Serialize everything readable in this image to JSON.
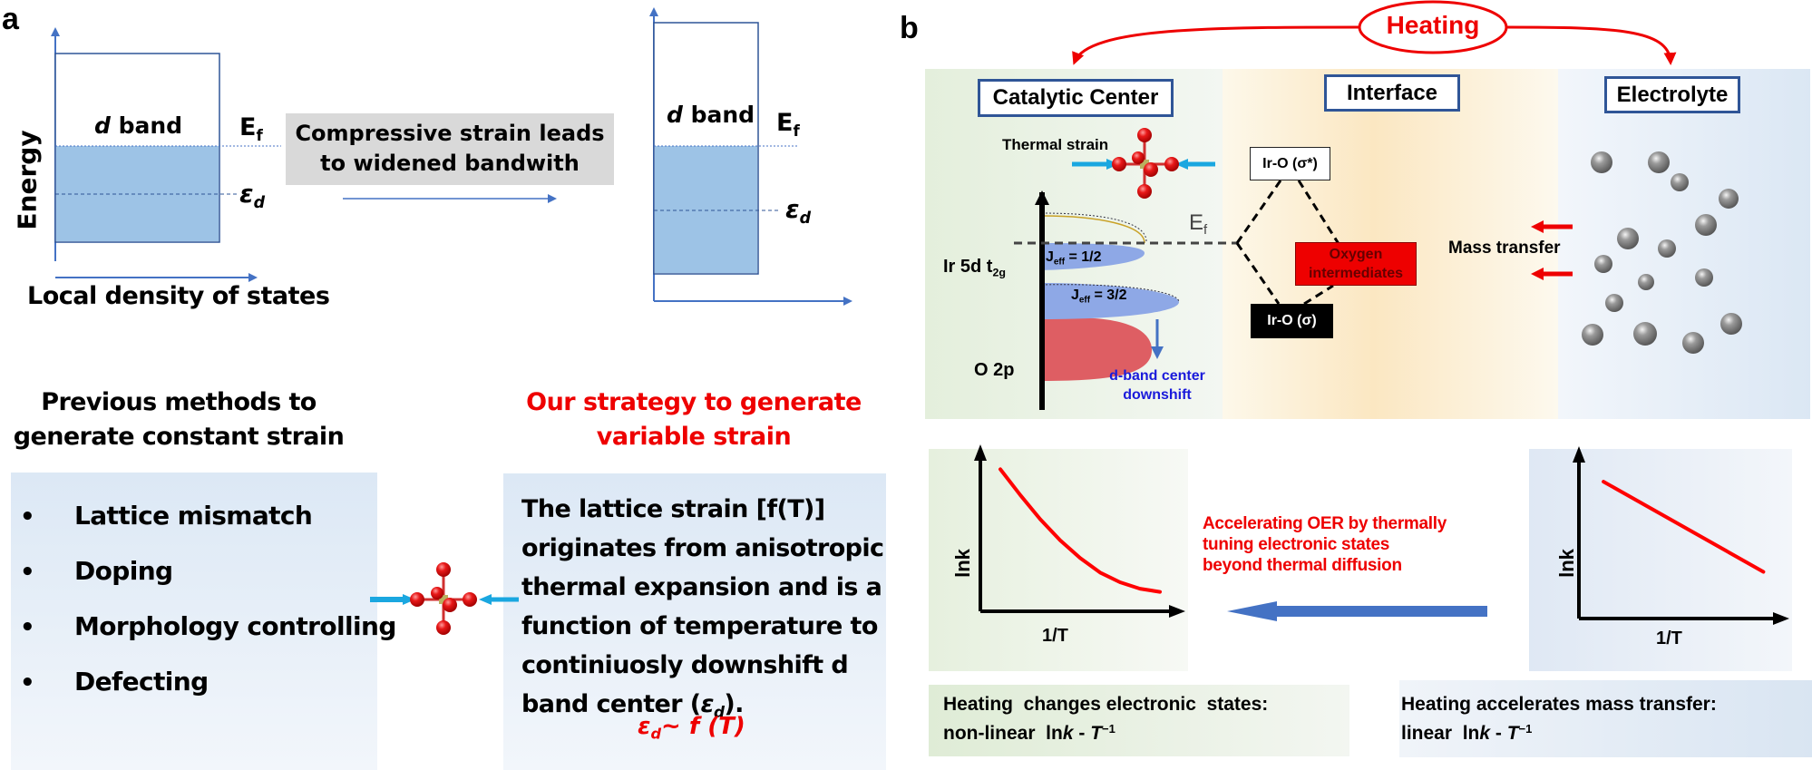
{
  "panel_a": {
    "label": "a",
    "left_diagram": {
      "y_axis_label": "Energy",
      "x_axis_label": "Local density of states",
      "band_label_italic": "d",
      "band_label_rest": " band",
      "fermi_label_main": "E",
      "fermi_label_sub": "f",
      "center_label_main": "ε",
      "center_label_sub": "d"
    },
    "transition": {
      "line1": "Compressive strain leads",
      "line2": "to widened bandwith"
    },
    "right_diagram": {
      "band_label_italic": "d",
      "band_label_rest": " band",
      "fermi_label_main": "E",
      "fermi_label_sub": "f",
      "center_label_main": "ε",
      "center_label_sub": "d"
    },
    "previous": {
      "heading_line1": "Previous methods to",
      "heading_line2": "generate constant strain",
      "items": [
        "Lattice mismatch",
        "Doping",
        "Morphology controlling",
        "Defecting"
      ]
    },
    "strategy": {
      "heading_line1": "Our strategy to generate",
      "heading_line2": "variable strain",
      "lines": [
        "The lattice strain [f(T)]",
        "originates from anisotropic",
        "thermal expansion and is a",
        "function of temperature to",
        "continiuosly downshift d"
      ],
      "last_line_prefix": "band center (",
      "last_line_eps": "ε",
      "last_line_sub": "d",
      "last_line_suffix": ").",
      "formula_eps": "ε",
      "formula_sub": "d",
      "formula_rest": "~ f (T)"
    }
  },
  "panel_b": {
    "label": "b",
    "heating_label": "Heating",
    "sections": {
      "catalytic": "Catalytic  Center",
      "interface": "Interface",
      "electrolyte": "Electrolyte"
    },
    "thermal_strain": "Thermal strain",
    "dos": {
      "orbital_label_main": "Ir 5d t",
      "orbital_label_sub": "2g",
      "o2p_label": "O 2p",
      "jeff_half_main": "J",
      "jeff_half_sub": "eff",
      "jeff_half_rest": " = 1/2",
      "jeff_3half_main": "J",
      "jeff_3half_sub": "eff",
      "jeff_3half_rest": " = 3/2",
      "fermi_main": "E",
      "fermi_sub": "f",
      "downshift_line1": "d-band center",
      "downshift_line2": "downshift"
    },
    "interface_diagram": {
      "antibonding": "Ir-O (σ*)",
      "bonding": "Ir-O (σ)",
      "intermediates_line1": "Oxygen",
      "intermediates_line2": "intermediates"
    },
    "mass_transfer": "Mass transfer",
    "acceleration_note": {
      "line1": "Accelerating OER by thermally",
      "line2": "tuning electronic states",
      "line3": "beyond thermal diffusion"
    },
    "summary_left": {
      "line1": "Heating  changes electronic  states:",
      "line2_prefix": "non-linear  ln",
      "line2_k": "k",
      "line2_mid": " - ",
      "line2_T": "T",
      "line2_sup": "−1"
    },
    "summary_right": {
      "line1": "Heating accelerates mass transfer:",
      "line2_prefix": "linear  ln",
      "line2_k": "k",
      "line2_mid": " - ",
      "line2_T": "T",
      "line2_sup": "−1"
    }
  },
  "colors": {
    "band_fill": "#9dc3e6",
    "axis_blue": "#4472c4",
    "heading_red": "#ee0000",
    "box_border": "#2f5597",
    "arrow_cyan": "#1aa7e0",
    "curve_red": "#ff0000",
    "oxygen_red": "#e01010",
    "big_arrow_blue": "#4472c4"
  },
  "chart_data": [
    {
      "type": "line",
      "title": "",
      "xlabel": "1/T",
      "ylabel": "lnk",
      "description": "non-linear (convex, decreasing)",
      "x": [
        0.1,
        0.2,
        0.3,
        0.4,
        0.5,
        0.6,
        0.7,
        0.8,
        0.9
      ],
      "values": [
        0.88,
        0.72,
        0.57,
        0.44,
        0.33,
        0.24,
        0.18,
        0.14,
        0.12
      ],
      "xlim": [
        0,
        1
      ],
      "ylim": [
        0,
        1
      ],
      "grid": false
    },
    {
      "type": "line",
      "title": "",
      "xlabel": "1/T",
      "ylabel": "lnk",
      "description": "linear (decreasing)",
      "x": [
        0.12,
        0.9
      ],
      "values": [
        0.82,
        0.28
      ],
      "xlim": [
        0,
        1
      ],
      "ylim": [
        0,
        1
      ],
      "grid": false
    }
  ]
}
